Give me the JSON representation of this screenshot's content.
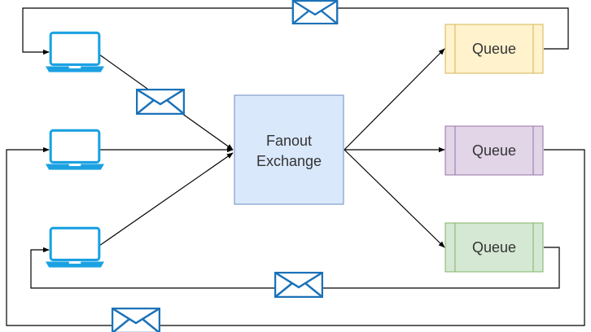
{
  "exchange": {
    "line1": "Fanout",
    "line2": "Exchange",
    "fill": "#dae8fc",
    "stroke": "#6c8ebf"
  },
  "queues": [
    {
      "label": "Queue",
      "fill": "#fff2cc",
      "stroke": "#d6b656"
    },
    {
      "label": "Queue",
      "fill": "#e1d5e7",
      "stroke": "#9673a6"
    },
    {
      "label": "Queue",
      "fill": "#d5e8d4",
      "stroke": "#82b366"
    }
  ],
  "clients": [
    {
      "icon": "laptop-icon"
    },
    {
      "icon": "laptop-icon"
    },
    {
      "icon": "laptop-icon"
    }
  ],
  "messages": [
    {
      "icon": "envelope-icon"
    },
    {
      "icon": "envelope-icon"
    },
    {
      "icon": "envelope-icon"
    },
    {
      "icon": "envelope-icon"
    }
  ],
  "colors": {
    "laptop": "#1ba1e2",
    "envelope_stroke": "#1b72b9",
    "line": "#000000"
  }
}
